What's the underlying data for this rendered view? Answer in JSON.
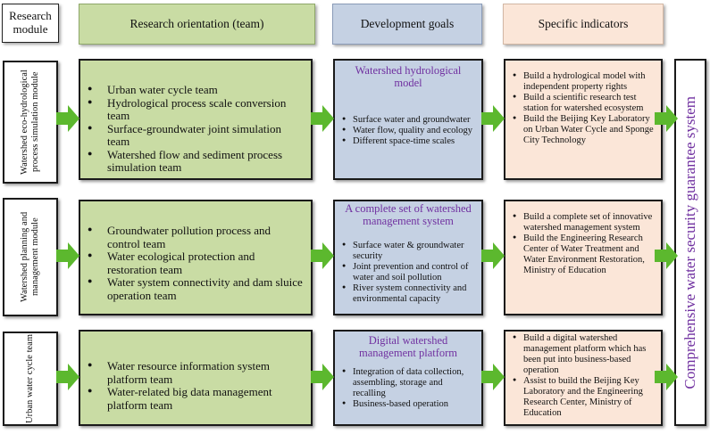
{
  "headers": {
    "module": "Research module",
    "orientation": "Research orientation (team)",
    "goals": "Development goals",
    "indicators": "Specific indicators"
  },
  "rows": [
    {
      "module": "Watershed eco-hydrological process simulation module",
      "teams": [
        "Urban water cycle team",
        "Hydrological process scale conversion team",
        "Surface-groundwater joint simulation team",
        "Watershed flow and sediment process simulation team"
      ],
      "goal_title": "Watershed hydrological model",
      "goal_items": [
        "Surface water and groundwater",
        "Water flow, quality and ecology",
        "Different space-time scales"
      ],
      "indicators": [
        "Build a hydrological model with independent property rights",
        "Build a scientific research test station for watershed ecosystem",
        "Build the Beijing Key Laboratory on Urban Water Cycle and Sponge City Technology"
      ]
    },
    {
      "module": "Watershed planning and management module",
      "teams": [
        "Groundwater pollution process and control team",
        "Water ecological protection and restoration team",
        "Water system connectivity and dam sluice operation team"
      ],
      "goal_title": "A complete set of watershed management system",
      "goal_items": [
        "Surface water & groundwater security",
        "Joint prevention and control of water and soil pollution",
        "River system connectivity and environmental capacity"
      ],
      "indicators": [
        "Build a complete set of innovative watershed management system",
        "Build the Engineering Research Center of Water Treatment and Water Environment Restoration, Ministry of Education"
      ]
    },
    {
      "module": "Urban water cycle team",
      "teams": [
        "Water resource information system platform team",
        "Water-related big data management platform team"
      ],
      "goal_title": "Digital watershed management platform",
      "goal_items": [
        "Integration of data collection, assembling, storage and recalling",
        "Business-based operation"
      ],
      "indicators": [
        "Build a digital watershed management platform which has been put into business-based operation",
        "Assist to build the Beijing Key Laboratory and the Engineering Research Center, Ministry of Education"
      ]
    }
  ],
  "final": "Comprehensive water security guarantee system",
  "colors": {
    "green": "#c9dca4",
    "blue": "#c5d1e3",
    "peach": "#fbe6d8",
    "arrow_green": "#5cb82e",
    "purple_text": "#7030a0"
  }
}
